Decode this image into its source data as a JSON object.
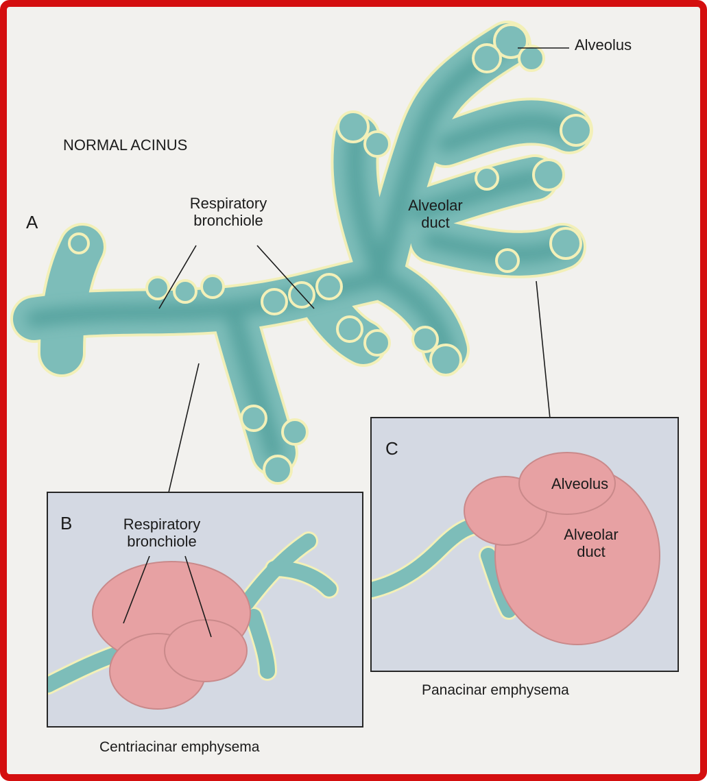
{
  "figure": {
    "normal_heading": "NORMAL ACINUS",
    "panel_a": {
      "letter": "A",
      "respiratory_bronchiole": "Respiratory\nbronchiole",
      "alveolar_duct": "Alveolar\nduct",
      "alveolus": "Alveolus"
    },
    "panel_b": {
      "letter": "B",
      "respiratory_bronchiole": "Respiratory\nbronchiole",
      "caption": "Centriacinar emphysema"
    },
    "panel_c": {
      "letter": "C",
      "alveolus": "Alveolus",
      "alveolar_duct": "Alveolar\nduct",
      "caption": "Panacinar emphysema"
    }
  },
  "colors": {
    "border": "#d40f0f",
    "normal_tissue": "#7dbdb9",
    "normal_core": "#4f9e9a",
    "emphysema_tissue": "#e7a1a3",
    "tissue_outline": "#f3f0b8",
    "panel_background": "#d4d9e3"
  }
}
